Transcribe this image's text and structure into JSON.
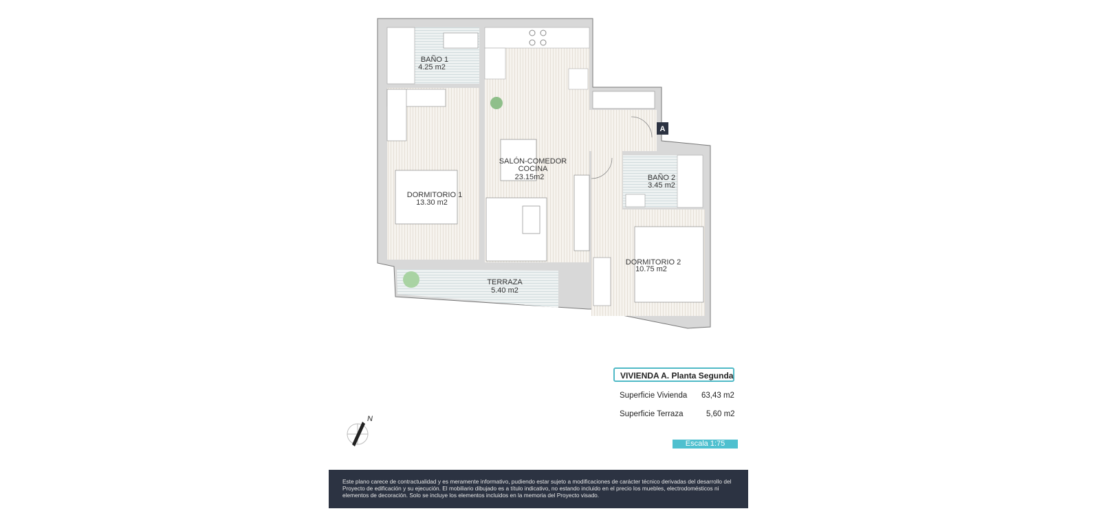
{
  "plan": {
    "rooms": {
      "bano1": {
        "name": "BAÑO 1",
        "area": "4.25 m2"
      },
      "dormitorio1": {
        "name": "DORMITORIO 1",
        "area": "13.30 m2"
      },
      "salon": {
        "name": "SALÓN-COMEDOR",
        "name2": "COCINA",
        "area": "23.15m2"
      },
      "bano2": {
        "name": "BAÑO 2",
        "area": "3.45 m2"
      },
      "dormitorio2": {
        "name": "DORMITORIO 2",
        "area": "10.75 m2"
      },
      "terraza": {
        "name": "TERRAZA",
        "area": "5.40 m2"
      }
    },
    "entrance_marker": "A",
    "compass_label": "N"
  },
  "info": {
    "title": "VIVIENDA  A.  Planta Segunda",
    "rows": [
      {
        "label": "Superficie Vivienda",
        "value": "63,43 m2"
      },
      {
        "label": "Superficie Terraza",
        "value": "5,60 m2"
      }
    ],
    "scale": "Escala 1:75"
  },
  "footer": {
    "disclaimer": "Este plano carece de contractualidad y es meramente informativo, pudiendo estar sujeto a modificaciones de carácter técnico derivadas del desarrollo del Proyecto de edificación y su ejecución. El mobiliario dibujado es a título indicativo, no estando incluido en el precio los muebles, electrodomésticos ni elementos de decoración. Solo se incluye los elementos incluidos en la memoria del Proyecto visado."
  },
  "colors": {
    "accent": "#4fc0cf",
    "footer_bg": "#2c3342",
    "wall": "#d8d8d8"
  }
}
